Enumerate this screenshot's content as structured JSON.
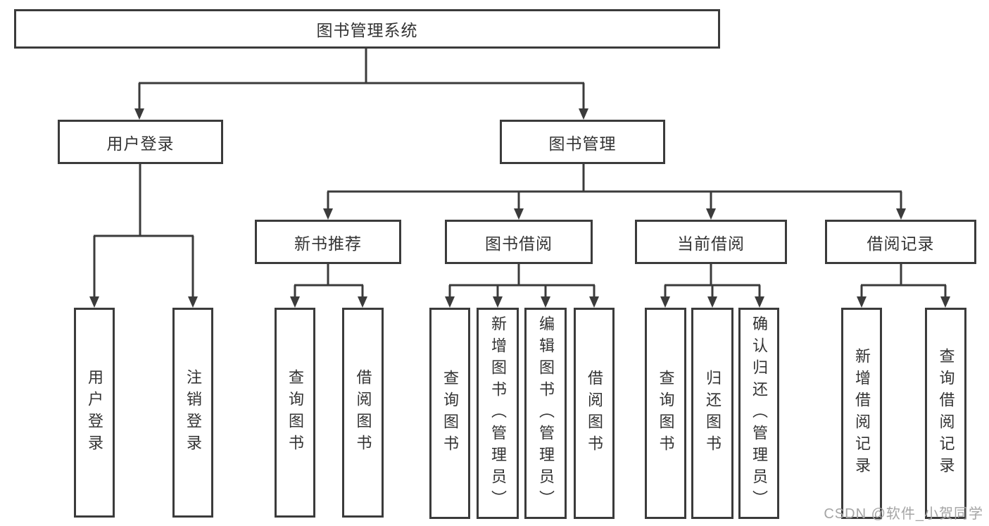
{
  "diagram": {
    "title": "图书管理系统",
    "nodes": {
      "root": "图书管理系统",
      "user_login": "用户登录",
      "book_mgmt": "图书管理",
      "user_login_sub": "用户登录",
      "logout": "注销登录",
      "new_book_rec": "新书推荐",
      "book_borrow": "图书借阅",
      "current_borrow": "当前借阅",
      "borrow_record": "借阅记录",
      "query_book_rec": "查询图书",
      "borrow_book_rec": "借阅图书",
      "query_book_borrow": "查询图书",
      "add_book": "新增图书（管理员）",
      "edit_book": "编辑图书（管理员）",
      "borrow_book_borrow": "借阅图书",
      "query_book_current": "查询图书",
      "return_book": "归还图书",
      "confirm_return": "确认归还（管理员）",
      "add_borrow_record": "新增借阅记录",
      "query_borrow_record": "查询借阅记录"
    },
    "colors": {
      "line": "#3b3b3b",
      "text": "#333333",
      "watermark": "#a5a5a5"
    }
  },
  "watermark": {
    "text": "CSDN @软件_小贺同学"
  }
}
